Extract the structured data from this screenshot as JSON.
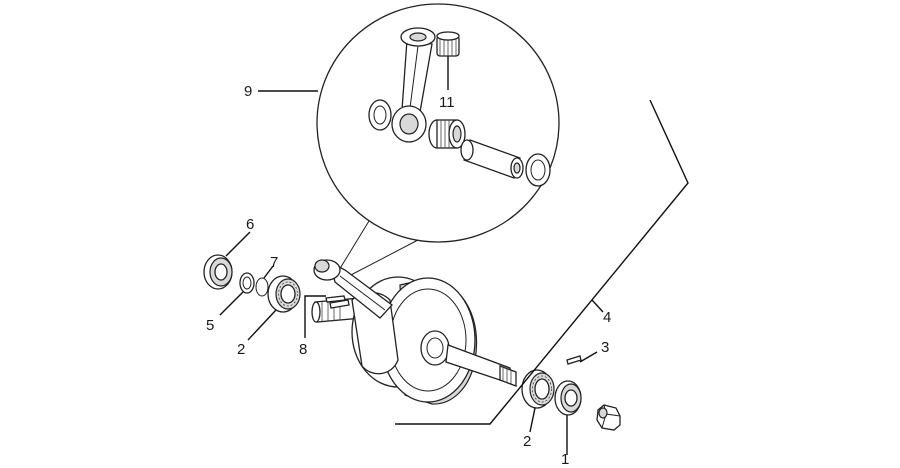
{
  "diagram": {
    "callouts": {
      "c1": "1",
      "c2a": "2",
      "c2b": "2",
      "c3": "3",
      "c4": "4",
      "c5": "5",
      "c6": "6",
      "c7": "7",
      "c8": "8",
      "c9": "9",
      "c11": "11"
    },
    "colors": {
      "line": "#222222",
      "fill": "#ffffff",
      "shade": "#d9d9d9"
    }
  }
}
